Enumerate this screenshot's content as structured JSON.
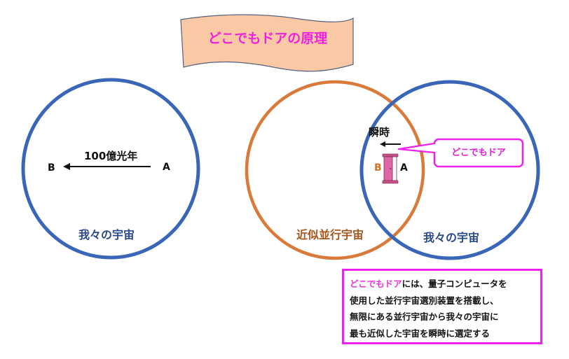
{
  "title": "どこでもドアの原理",
  "left_panel": {
    "distance_label": "100億光年",
    "point_b": "B",
    "point_a": "A",
    "universe_label": "我々の宇宙"
  },
  "right_panel": {
    "parallel_universe_label": "近似並行宇宙",
    "our_universe_label": "我々の宇宙",
    "instant_label": "瞬時",
    "point_b": "B",
    "point_a": "A",
    "callout_label": "どこでもドア"
  },
  "note": {
    "highlight": "どこでもドア",
    "line1_rest": "には、量子コンピュータを",
    "line2": "使用した並行宇宙選別装置を搭載し、",
    "line3": "無限にある並行宇宙から我々の宇宙に",
    "line4": "最も近似した宇宙を瞬時に選定する"
  },
  "colors": {
    "title_text": "#ee22dd",
    "banner_fill": "#f8c9a4",
    "our_universe": "#3a66b8",
    "parallel_universe": "#d97a3a",
    "door": "#d85a9a",
    "callout_border": "#ee22ee"
  }
}
